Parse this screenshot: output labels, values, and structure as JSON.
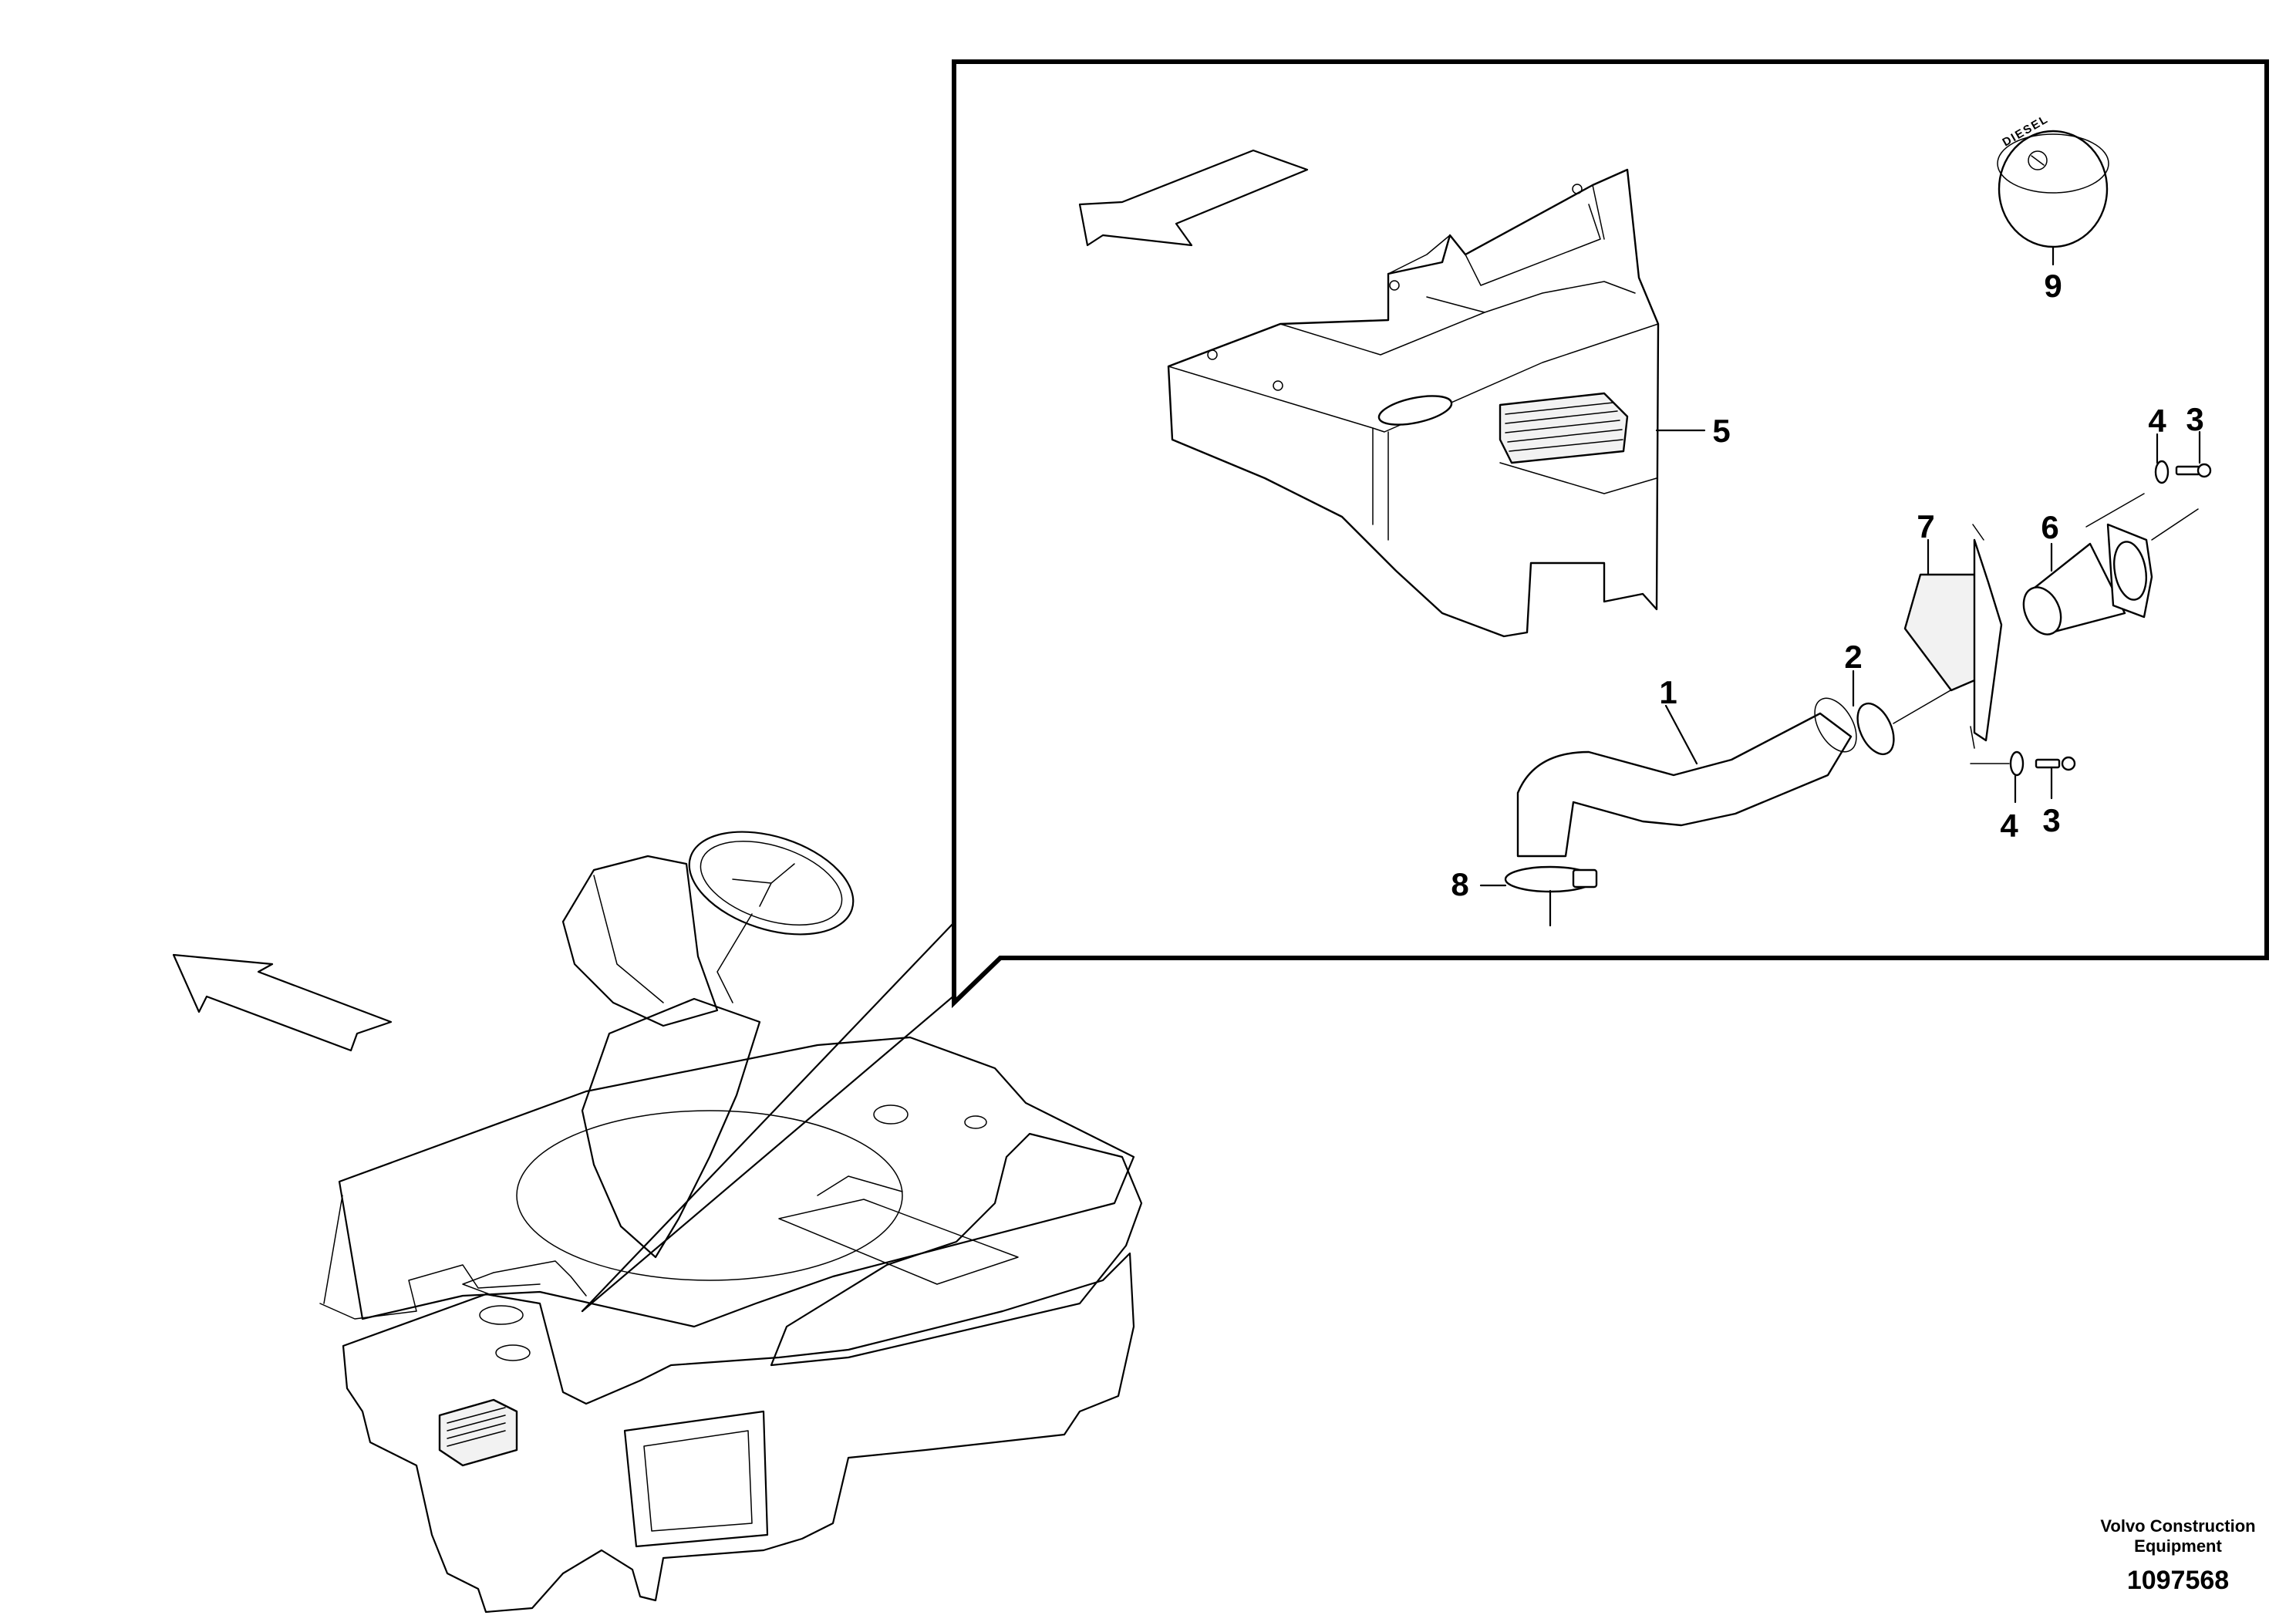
{
  "callouts": [
    {
      "id": "1",
      "label": "1"
    },
    {
      "id": "2",
      "label": "2"
    },
    {
      "id": "3a",
      "label": "3"
    },
    {
      "id": "3b",
      "label": "3"
    },
    {
      "id": "4a",
      "label": "4"
    },
    {
      "id": "4b",
      "label": "4"
    },
    {
      "id": "5",
      "label": "5"
    },
    {
      "id": "6",
      "label": "6"
    },
    {
      "id": "7",
      "label": "7"
    },
    {
      "id": "8",
      "label": "8"
    },
    {
      "id": "9",
      "label": "9"
    }
  ],
  "cap_text": "DIESEL",
  "footer": {
    "brand_line1": "Volvo Construction",
    "brand_line2": "Equipment",
    "doc_number": "1097568"
  }
}
